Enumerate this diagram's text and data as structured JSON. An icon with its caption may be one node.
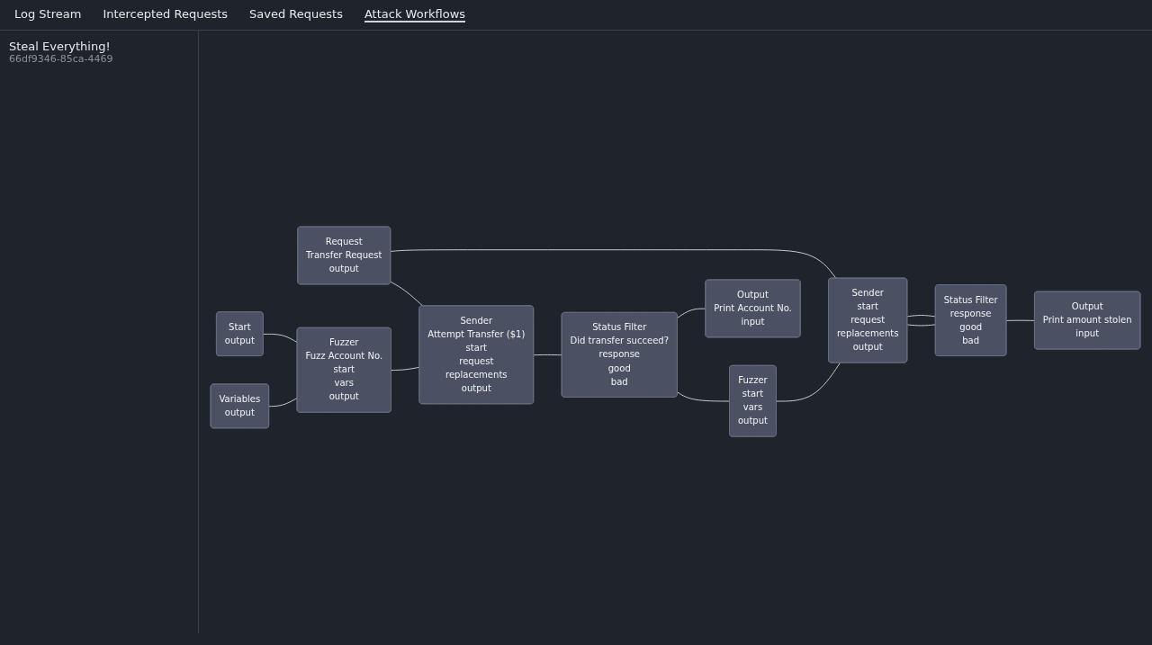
{
  "diagram": {
    "nodes": [
      {
        "text": [
          "Request",
          "Transfer Request",
          "output"
        ]
      },
      {
        "text": [
          "Start",
          "output"
        ]
      },
      {
        "text": [
          "Sender",
          "Attempt Transfer ($1)",
          "start",
          "request",
          "replacements",
          "output"
        ]
      },
      {
        "text": [
          "Fuzzer",
          "Fuzz Account No.",
          "start",
          "vars",
          "output"
        ]
      },
      {
        "text": [
          "Variables",
          "output"
        ]
      },
      {
        "text": [
          "Status Filter",
          "Did transfer succeed?",
          "response",
          "good",
          "bad"
        ]
      },
      {
        "text": [
          "Fuzzer",
          "start",
          "vars",
          "output"
        ]
      },
      {
        "text": [
          "Output",
          "Print Account No.",
          "input"
        ]
      },
      {
        "text": [
          "Sender",
          "start",
          "request",
          "replacements",
          "output"
        ]
      },
      {
        "text": [
          "Status Filter",
          "response",
          "good",
          "bad"
        ]
      },
      {
        "text": [
          "Output",
          "Print amount stolen",
          "input"
        ]
      }
    ],
    "edges": [
      {
        "from": 0,
        "to": 2,
        "arrow": "none"
      },
      {
        "from": 0,
        "to": 8,
        "arrow": "none"
      },
      {
        "from": 1,
        "to": 3,
        "arrow": "none"
      },
      {
        "from": 4,
        "to": 3,
        "arrow": "none"
      },
      {
        "from": 3,
        "to": 2,
        "arrow": "none"
      },
      {
        "from": 2,
        "to": 5,
        "arrow": "none"
      },
      {
        "from": 5,
        "to": 6,
        "arrow": "none"
      },
      {
        "from": 5,
        "to": 7,
        "arrow": "none"
      },
      {
        "from": 6,
        "to": 8,
        "arrow": "none"
      },
      {
        "from": 8,
        "to": 9,
        "arrow": "none"
      },
      {
        "from": 9,
        "to": 8,
        "arrow": "none"
      },
      {
        "from": 9,
        "to": 10,
        "arrow": "none"
      }
    ],
    "labels": [
      "Log Stream",
      "Intercepted Requests",
      "Saved Requests",
      "Attack Workflows",
      "Steal Everything!",
      "66df9346-85ca-4469"
    ]
  }
}
